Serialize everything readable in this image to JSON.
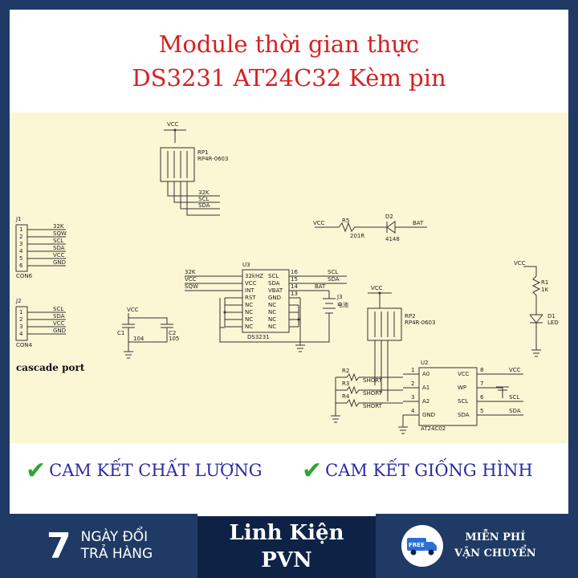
{
  "title": {
    "line1": "Module thời gian thực",
    "line2": "DS3231 AT24C32 Kèm pin"
  },
  "schematic": {
    "vcc": "VCC",
    "rp1": "RP1",
    "rp1_value": "RP4R-0603",
    "rp2": "RP2",
    "rp2_value": "RP4R-0603",
    "j1": "J1",
    "con6": "CON6",
    "j1_pins": [
      "32K",
      "SQW",
      "SCL",
      "SDA",
      "VCC",
      "GND"
    ],
    "j1_nums": [
      "1",
      "2",
      "3",
      "4",
      "5",
      "6"
    ],
    "j2": "J2",
    "con4": "CON4",
    "j2_pins": [
      "SCL",
      "SDA",
      "VCC",
      "GND"
    ],
    "j2_nums": [
      "1",
      "2",
      "3",
      "4"
    ],
    "cascade": "cascade port",
    "rp1_out": [
      "32K",
      "SCL",
      "SDA"
    ],
    "r5": "R5",
    "r5_value": "201R",
    "d2": "D2",
    "d2_value": "4148",
    "bat": "BAT",
    "u3": "U3",
    "u3_name": "DS3231",
    "u3_left": [
      "32kHZ",
      "VCC",
      "INT",
      "RST",
      "NC",
      "NC",
      "NC",
      "NC"
    ],
    "u3_right": [
      "SCL",
      "SDA",
      "VBAT",
      "GND",
      "NC",
      "NC",
      "NC",
      "NC"
    ],
    "u3_left_in": [
      "32K",
      "VCC",
      "SQW"
    ],
    "u3_right_out": [
      "SCL",
      "SDA",
      "BAT"
    ],
    "u3_right_nums": [
      "16",
      "15",
      "14",
      "13"
    ],
    "j3": "J3",
    "j3_value": "电池",
    "c1": "C1",
    "c1_value": "104",
    "c2": "C2",
    "c2_value": "105",
    "r1": "R1",
    "r1_value": "1K",
    "d1": "D1",
    "d1_value": "LED",
    "u2": "U2",
    "u2_name": "AT24C02",
    "u2_left": [
      "A0",
      "A1",
      "A2",
      "GND"
    ],
    "u2_right": [
      "VCC",
      "WP",
      "SCL",
      "SDA"
    ],
    "u2_left_nums": [
      "1",
      "2",
      "3",
      "4"
    ],
    "u2_right_nums": [
      "8",
      "7",
      "6",
      "5"
    ],
    "u2_right_out": [
      "VCC",
      "SCL",
      "SDA"
    ],
    "r2": "R2",
    "r3": "R3",
    "r4": "R4",
    "short": "SHORT"
  },
  "promises": {
    "quality": "CAM KẾT CHẤT LƯỢNG",
    "image": "CAM KẾT GIỐNG HÌNH"
  },
  "footer": {
    "return_days": "7",
    "return_line1": "NGÀY ĐỔI",
    "return_line2": "TRẢ HÀNG",
    "brand_line1": "Linh Kiện",
    "brand_line2": "PVN",
    "free_badge": "FREE",
    "ship_line1": "MIỄN PHÍ",
    "ship_line2": "VẬN CHUYỂN"
  },
  "colors": {
    "title": "#d42222",
    "promise_text": "#2b2aa0",
    "check": "#2fa52f",
    "footer_bg": "#1f3a64",
    "brand_bg": "#0d2245",
    "schematic_bg": "#fbf6d4"
  },
  "icons": {
    "check": "check-icon",
    "truck": "delivery-truck-icon"
  }
}
